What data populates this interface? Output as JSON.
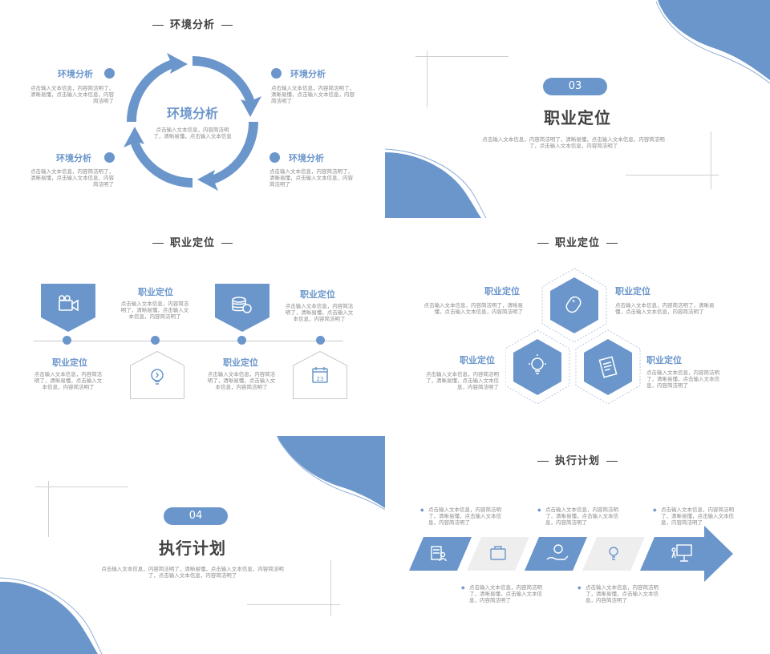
{
  "colors": {
    "accent": "#6b96cb",
    "text": "#404040",
    "muted": "#8c8c8c",
    "light": "#eeeeee"
  },
  "slide1": {
    "title": "环境分析",
    "center_title": "环境分析",
    "center_text": "点击输入文本信息，内容简洁明了，清晰易懂，点击输入文本信息",
    "items": [
      {
        "heading": "环境分析",
        "text": "点击输入文本信息，内容简洁明了，清晰易懂，点击输入文本信息，内容简洁明了"
      },
      {
        "heading": "环境分析",
        "text": "点击输入文本信息，内容简洁明了，清晰易懂，点击输入文本信息，内容简洁明了"
      },
      {
        "heading": "环境分析",
        "text": "点击输入文本信息，内容简洁明了，清晰易懂，点击输入文本信息，内容简洁明了"
      },
      {
        "heading": "环境分析",
        "text": "点击输入文本信息，内容简洁明了，清晰易懂，点击输入文本信息，内容简洁明了"
      }
    ]
  },
  "slide2": {
    "number": "03",
    "title": "职业定位",
    "text": "点击输入文本信息，内容简洁明了，清晰易懂，点击输入文本信息，内容简洁明了，点击输入文本信息，内容简洁明了"
  },
  "slide3": {
    "title": "职业定位",
    "items": [
      {
        "heading": "职业定位",
        "text": "点击输入文本信息，内容简洁明了，清晰易懂，点击输入文本信息，内容简洁明了",
        "icon": "video-camera-icon"
      },
      {
        "heading": "职业定位",
        "text": "点击输入文本信息，内容简洁明了，清晰易懂，点击输入文本信息，内容简洁明了",
        "icon": "lightbulb-icon"
      },
      {
        "heading": "职业定位",
        "text": "点击输入文本信息，内容简洁明了，清晰易懂，点击输入文本信息，内容简洁明了",
        "icon": "coins-icon"
      },
      {
        "heading": "职业定位",
        "text": "点击输入文本信息，内容简洁明了，清晰易懂，点击输入文本信息，内容简洁明了",
        "icon": "calendar-icon"
      }
    ],
    "calendar_day": "23"
  },
  "slide4": {
    "title": "职业定位",
    "items": [
      {
        "heading": "职业定位",
        "text": "点击输入文本信息，内容简洁明了，清晰易懂，点击输入文本信息，内容简洁明了"
      },
      {
        "heading": "职业定位",
        "text": "点击输入文本信息，内容简洁明了，清晰易懂，点击输入文本信息，内容简洁明了"
      },
      {
        "heading": "职业定位",
        "text": "点击输入文本信息，内容简洁明了，清晰易懂，点击输入文本信息，内容简洁明了"
      },
      {
        "heading": "职业定位",
        "text": "点击输入文本信息，内容简洁明了，清晰易懂，点击输入文本信息，内容简洁明了"
      }
    ]
  },
  "slide5": {
    "number": "04",
    "title": "执行计划",
    "text": "点击输入文本信息，内容简洁明了，清晰易懂，点击输入文本信息，内容简洁明了，点击输入文本信息，内容简洁明了"
  },
  "slide6": {
    "title": "执行计划",
    "top_notes": [
      "点击输入文本信息，内容简洁明了，清晰易懂，点击输入文本信息，内容简洁明了",
      "点击输入文本信息，内容简洁明了，清晰易懂，点击输入文本信息，内容简洁明了",
      "点击输入文本信息，内容简洁明了，清晰易懂，点击输入文本信息，内容简洁明了"
    ],
    "bottom_notes": [
      "点击输入文本信息，内容简洁明了，清晰易懂，点击输入文本信息，内容简洁明了",
      "点击输入文本信息，内容简洁明了，清晰易懂，点击输入文本信息，内容简洁明了"
    ]
  }
}
